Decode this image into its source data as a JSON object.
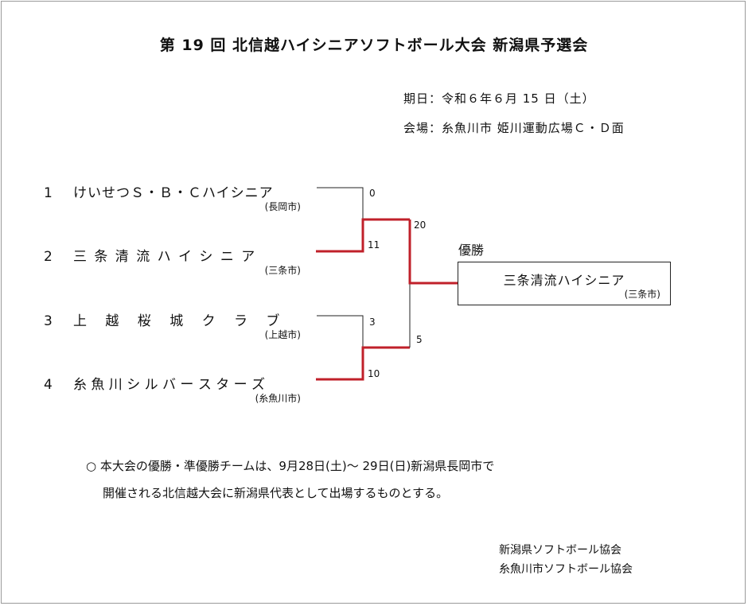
{
  "title": "第 19 回 北信越ハイシニアソフトボール大会 新潟県予選会",
  "info": {
    "date": "期日：令和６年６月 15 日（土）",
    "venue": "会場：糸魚川市 姫川運動広場Ｃ・Ｄ面"
  },
  "teams": [
    {
      "num": "1",
      "name": "けいせつＳ・Ｂ・Ｃハイシニア",
      "city": "(長岡市)"
    },
    {
      "num": "2",
      "name": "三 条 清 流 ハ イ シ ニ ア",
      "city": "(三条市)"
    },
    {
      "num": "3",
      "name": "上 越 桜 城 ク ラ ブ",
      "city": "(上越市)"
    },
    {
      "num": "4",
      "name": "糸 魚 川 シ ル バ ー ス タ ー ズ",
      "city": "(糸魚川市)"
    }
  ],
  "scores": {
    "m1_team1": "0",
    "m1_team2": "11",
    "m2_team3": "3",
    "m2_team4": "10",
    "final_top": "20",
    "final_bottom": "5"
  },
  "winner": {
    "label": "優勝",
    "name": "三条清流ハイシニア",
    "city": "(三条市)"
  },
  "note": {
    "line1": "○ 本大会の優勝・準優勝チームは、9月28日(土)～ 29日(日)新潟県長岡市で",
    "line2": "開催される北信越大会に新潟県代表として出場するものとする。"
  },
  "organizers": [
    "新潟県ソフトボール協会",
    "糸魚川市ソフトボール協会"
  ],
  "colors": {
    "win_line": "#c0202a",
    "loss_line": "#222222"
  }
}
